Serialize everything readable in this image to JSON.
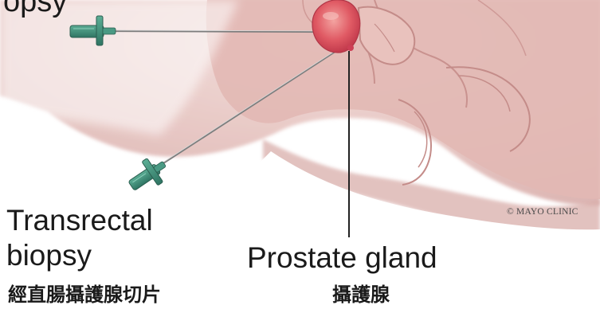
{
  "labels": {
    "top_partial": "opsy",
    "transrectal_line1": "Transrectal",
    "transrectal_line2": "biopsy",
    "prostate": "Prostate gland",
    "zh_transrectal": "經直腸攝護腺切片",
    "zh_prostate": "攝護腺",
    "copyright": "© MAYO CLINIC"
  },
  "colors": {
    "skin": "#e8c8c4",
    "prostate": "#e0546a",
    "needle_hub": "#3e8f7a"
  }
}
